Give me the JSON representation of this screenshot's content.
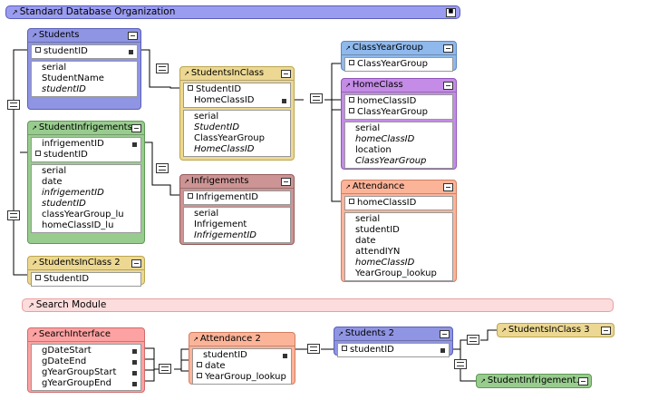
{
  "groups": {
    "standard": "Standard Database Organization",
    "search": "Search Module"
  },
  "tables": {
    "students": {
      "title": "Students",
      "keys": [
        "studentID"
      ],
      "fields": [
        "serial",
        "StudentName",
        "studentID"
      ]
    },
    "studentInfrigements": {
      "title": "StudentInfrigements",
      "keys": [
        "infrigementID",
        "studentID"
      ],
      "fields": [
        "serial",
        "date",
        "infrigementID",
        "studentID",
        "classYearGroup_lu",
        "homeClassID_lu"
      ]
    },
    "studentsInClass2": {
      "title": "StudentsInClass 2",
      "keys": [
        "StudentID"
      ]
    },
    "studentsInClass": {
      "title": "StudentsInClass",
      "keys": [
        "StudentID",
        "HomeClassID"
      ],
      "fields": [
        "serial",
        "StudentID",
        "ClassYearGroup",
        "HomeClassID"
      ]
    },
    "infrigements": {
      "title": "Infrigements",
      "keys": [
        "InfrigementID"
      ],
      "fields": [
        "serial",
        "Infrigement",
        "InfrigementID"
      ]
    },
    "classYearGroup": {
      "title": "ClassYearGroup",
      "keys": [
        "ClassYearGroup"
      ]
    },
    "homeClass": {
      "title": "HomeClass",
      "keys": [
        "homeClassID",
        "ClassYearGroup"
      ],
      "fields": [
        "serial",
        "homeClassID",
        "location",
        "ClassYearGroup"
      ]
    },
    "attendance": {
      "title": "Attendance",
      "keys": [
        "homeClassID"
      ],
      "fields": [
        "serial",
        "studentID",
        "date",
        "attendIYN",
        "homeClassID",
        "YearGroup_lookup"
      ]
    },
    "searchInterface": {
      "title": "SearchInterface",
      "keys": [
        "gDateStart",
        "gDateEnd",
        "gYearGroupStart",
        "gYearGroupEnd"
      ]
    },
    "attendance2": {
      "title": "Attendance 2",
      "keys": [
        "studentID",
        "date",
        "YearGroup_lookup"
      ]
    },
    "students2": {
      "title": "Students 2",
      "keys": [
        "studentID"
      ]
    },
    "studentsInClass3": {
      "title": "StudentsInClass 3"
    },
    "studentInfrigement": {
      "title": "StudentInfrigement..."
    }
  },
  "colors": {
    "students": "#8f94e3",
    "infrigementsGreen": "#98cc8e",
    "classYellow": "#ecd892",
    "infrigementsRose": "#cc9494",
    "classYearGroup": "#8fb9ec",
    "homeClass": "#c48ce6",
    "attendance": "#fcb499",
    "standardGroup": "#9a9cf0",
    "searchGroup": "#fcdcdc"
  }
}
